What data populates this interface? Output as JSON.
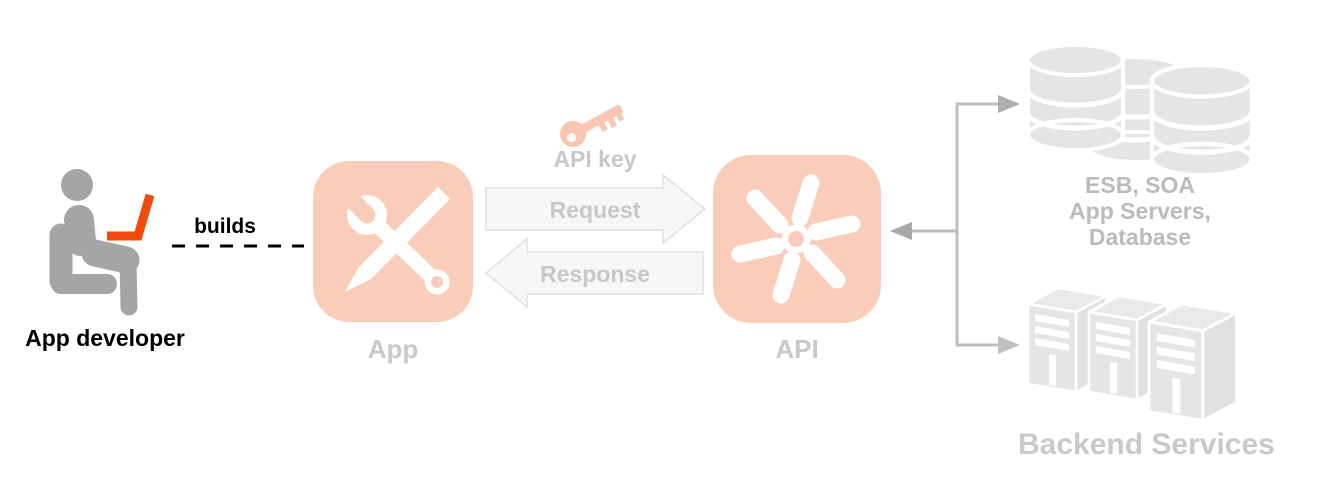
{
  "page": {
    "title": "App developer / API diagram",
    "background": "#ffffff"
  },
  "diagram": {
    "developer": {
      "label": "App developer",
      "icon": "person-at-laptop-icon"
    },
    "builds": {
      "label": "builds",
      "connector": "dashed-line"
    },
    "app": {
      "label": "App",
      "icon": "wrench-and-pencil-icon"
    },
    "api_key": {
      "label": "API key",
      "icon": "key-icon"
    },
    "request": {
      "label": "Request",
      "direction": "right"
    },
    "response": {
      "label": "Response",
      "direction": "left"
    },
    "api": {
      "label": "API",
      "icon": "gear-pinwheel-icon"
    },
    "backend_systems": {
      "lines": [
        "ESB, SOA",
        "App Servers,",
        "Database"
      ],
      "icon": "database-stack-icon"
    },
    "backend_services": {
      "label": "Backend Services",
      "icon": "server-towers-icon"
    }
  },
  "colors": {
    "accent_salmon": "#FACDBB",
    "accent_orange": "#F24A0D",
    "figure_gray": "#A5A5A5",
    "label_gray": "#C8C8C8",
    "backend_text_gray": "#BBBBBB",
    "icon_light_gray": "#E5E5E5",
    "connector_gray": "#BDBDBD",
    "arrowhead_gray": "#ACACAC",
    "block_arrow_fill": "#F7F7F7",
    "block_arrow_border": "#E0E0E0",
    "text_black": "#000000"
  }
}
